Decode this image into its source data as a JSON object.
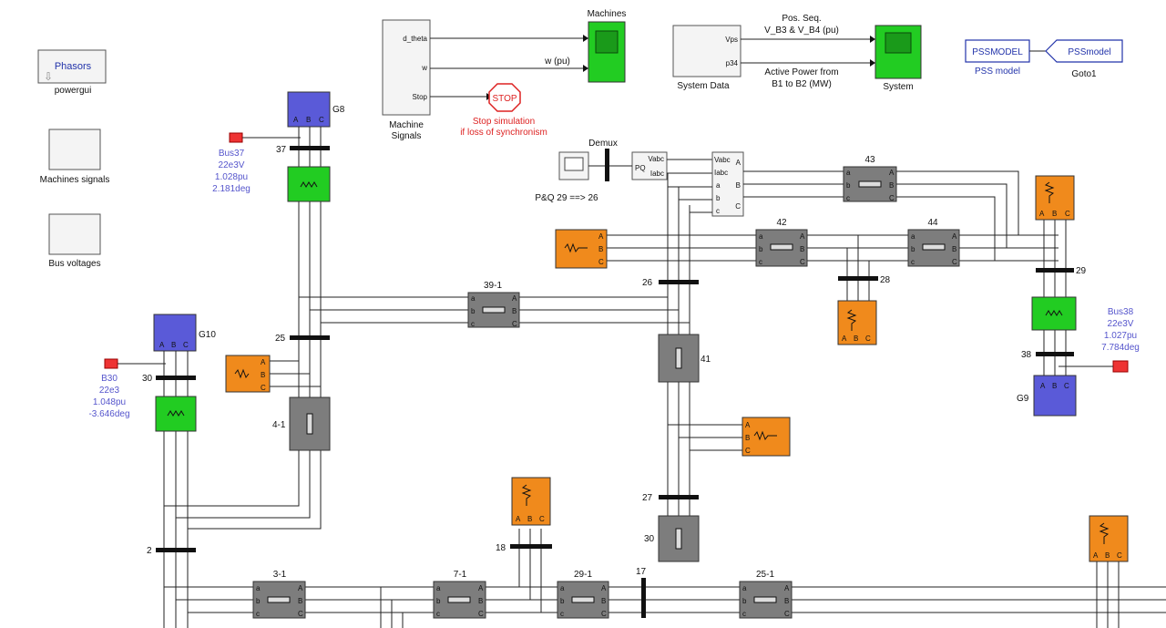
{
  "left_panel": {
    "phasors_label": "Phasors",
    "powergui_label": "powergui",
    "machines_signals_label": "Machines signals",
    "bus_voltages_label": "Bus voltages"
  },
  "top": {
    "machine_signals": {
      "ports": [
        "d_theta",
        "w",
        "Stop"
      ],
      "label_line1": "Machine",
      "label_line2": "Signals"
    },
    "w_pu_label": "w (pu)",
    "stop_sign_label": "STOP",
    "stop_text_line1": "Stop simulation",
    "stop_text_line2": "if loss of synchronism",
    "machines_scope_label": "Machines",
    "system_data": {
      "ports": [
        "Vps",
        "p34"
      ],
      "label": "System Data"
    },
    "pos_seq_line1": "Pos. Seq.",
    "pos_seq_line2": "V_B3 & V_B4 (pu)",
    "active_power_line1": "Active Power from",
    "active_power_line2": "B1 to B2 (MW)",
    "system_scope_label": "System",
    "pss_model_block": "PSSMODEL",
    "pss_model_label": "PSS model",
    "goto_block": "PSSmodel",
    "goto_label": "Goto1"
  },
  "measurement": {
    "demux_label": "Demux",
    "pq_block_top": "Vabc",
    "pq_block_pq": "PQ",
    "pq_block_bottom": "Iabc",
    "vi_ports_left": [
      "Vabc",
      "Iabc",
      "a",
      "b",
      "c"
    ],
    "vi_ports_right": [
      "A",
      "B",
      "C"
    ],
    "pq_caption": "P&Q 29 ==> 26"
  },
  "generators": {
    "g8": "G8",
    "g10": "G10",
    "g9": "G9"
  },
  "bus_readouts": {
    "bus37": [
      "Bus37",
      "22e3V",
      "1.028pu",
      "2.181deg"
    ],
    "b30": [
      "B30",
      "22e3",
      "1.048pu",
      "-3.646deg"
    ],
    "bus38": [
      "Bus38",
      "22e3V",
      "1.027pu",
      "7.784deg"
    ]
  },
  "bus_labels": {
    "b37": "37",
    "b25": "25",
    "b30": "30",
    "b2": "2",
    "b26": "26",
    "b28": "28",
    "b29": "29",
    "b38": "38",
    "b27": "27",
    "b30b": "30",
    "b18": "18",
    "b17": "17"
  },
  "line_labels": {
    "l39_1": "39-1",
    "l4_1": "4-1",
    "l41": "41",
    "l42": "42",
    "l43": "43",
    "l44": "44",
    "l3_1": "3-1",
    "l7_1": "7-1",
    "l29_1": "29-1",
    "l25_1": "25-1"
  },
  "port_letters": {
    "a": "a",
    "b": "b",
    "c": "c",
    "A": "A",
    "B": "B",
    "C": "C"
  },
  "colors": {
    "line_block": "#7d7d7d",
    "transformer": "#22cc22",
    "load": "#f08a1c",
    "generator": "#5a5ad8",
    "readout_text": "#5555cc",
    "stop_text": "#dd2222"
  }
}
